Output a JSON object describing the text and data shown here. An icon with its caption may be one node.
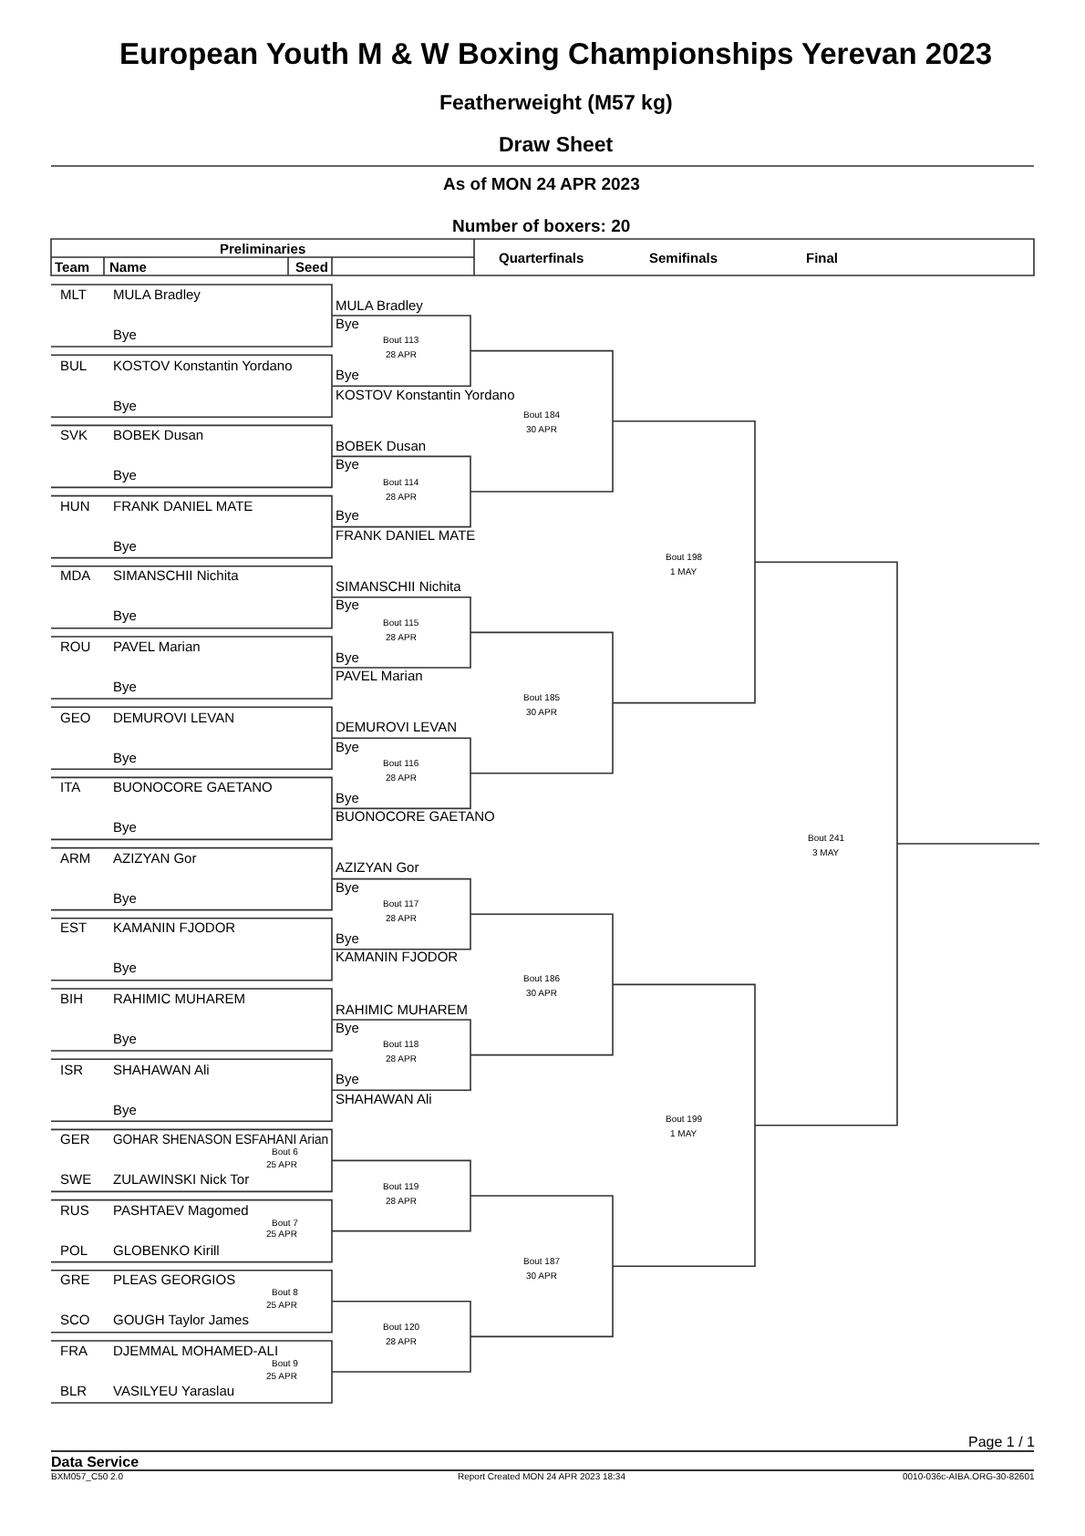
{
  "diagram": {
    "title": "European Youth M & W Boxing Championships Yerevan 2023",
    "labels": [
      "Featherweight (M57 kg)",
      "Draw Sheet",
      "As of MON 24 APR 2023",
      "Number of boxers: 20",
      "Preliminaries",
      "Team",
      "Name",
      "Seed",
      "Quarterfinals",
      "Semifinals",
      "Final",
      "MLT",
      "MULA Bradley",
      "Bye",
      "BUL",
      "KOSTOV Konstantin Yordano",
      "Bye",
      "SVK",
      "BOBEK Dusan",
      "Bye",
      "HUN",
      "FRANK DANIEL MATE",
      "Bye",
      "MDA",
      "SIMANSCHII Nichita",
      "Bye",
      "ROU",
      "PAVEL Marian",
      "Bye",
      "GEO",
      "DEMUROVI LEVAN",
      "Bye",
      "ITA",
      "BUONOCORE GAETANO",
      "Bye",
      "ARM",
      "AZIZYAN Gor",
      "Bye",
      "EST",
      "KAMANIN FJODOR",
      "Bye",
      "BIH",
      "RAHIMIC MUHAREM",
      "Bye",
      "ISR",
      "SHAHAWAN Ali",
      "Bye",
      "GER",
      "GOHAR SHENASON ESFAHANI Arian",
      "Bout 6",
      "25 APR",
      "SWE",
      "ZULAWINSKI Nick Tor",
      "RUS",
      "PASHTAEV Magomed",
      "Bout 7",
      "25 APR",
      "POL",
      "GLOBENKO Kirill",
      "GRE",
      "PLEAS GEORGIOS",
      "Bout 8",
      "25 APR",
      "SCO",
      "GOUGH Taylor James",
      "FRA",
      "DJEMMAL MOHAMED-ALI",
      "Bout 9",
      "25 APR",
      "BLR",
      "VASILYEU Yaraslau",
      "MULA Bradley",
      "Bye",
      "Bout 113",
      "28 APR",
      "Bye",
      "KOSTOV Konstantin Yordano",
      "BOBEK Dusan",
      "Bye",
      "Bout 114",
      "28 APR",
      "Bye",
      "FRANK DANIEL MATE",
      "SIMANSCHII Nichita",
      "Bye",
      "Bout 115",
      "28 APR",
      "Bye",
      "PAVEL Marian",
      "DEMUROVI LEVAN",
      "Bye",
      "Bout 116",
      "28 APR",
      "Bye",
      "BUONOCORE GAETANO",
      "AZIZYAN Gor",
      "Bye",
      "Bout 117",
      "28 APR",
      "Bye",
      "KAMANIN FJODOR",
      "RAHIMIC MUHAREM",
      "Bye",
      "Bout 118",
      "28 APR",
      "Bye",
      "SHAHAWAN Ali",
      "Bout 119",
      "28 APR",
      "Bout 120",
      "28 APR",
      "Bout 184",
      "30 APR",
      "Bout 185",
      "30 APR",
      "Bout 186",
      "30 APR",
      "Bout 187",
      "30 APR",
      "Bout 198",
      "1 MAY",
      "Bout 199",
      "1 MAY",
      "Bout 241",
      "3 MAY",
      "Page 1 / 1",
      "Data Service",
      "BXM057_C50 2.0",
      "Report Created  MON 24 APR 2023 18:34",
      "0010-036c-AIBA.ORG-30-82601"
    ]
  }
}
